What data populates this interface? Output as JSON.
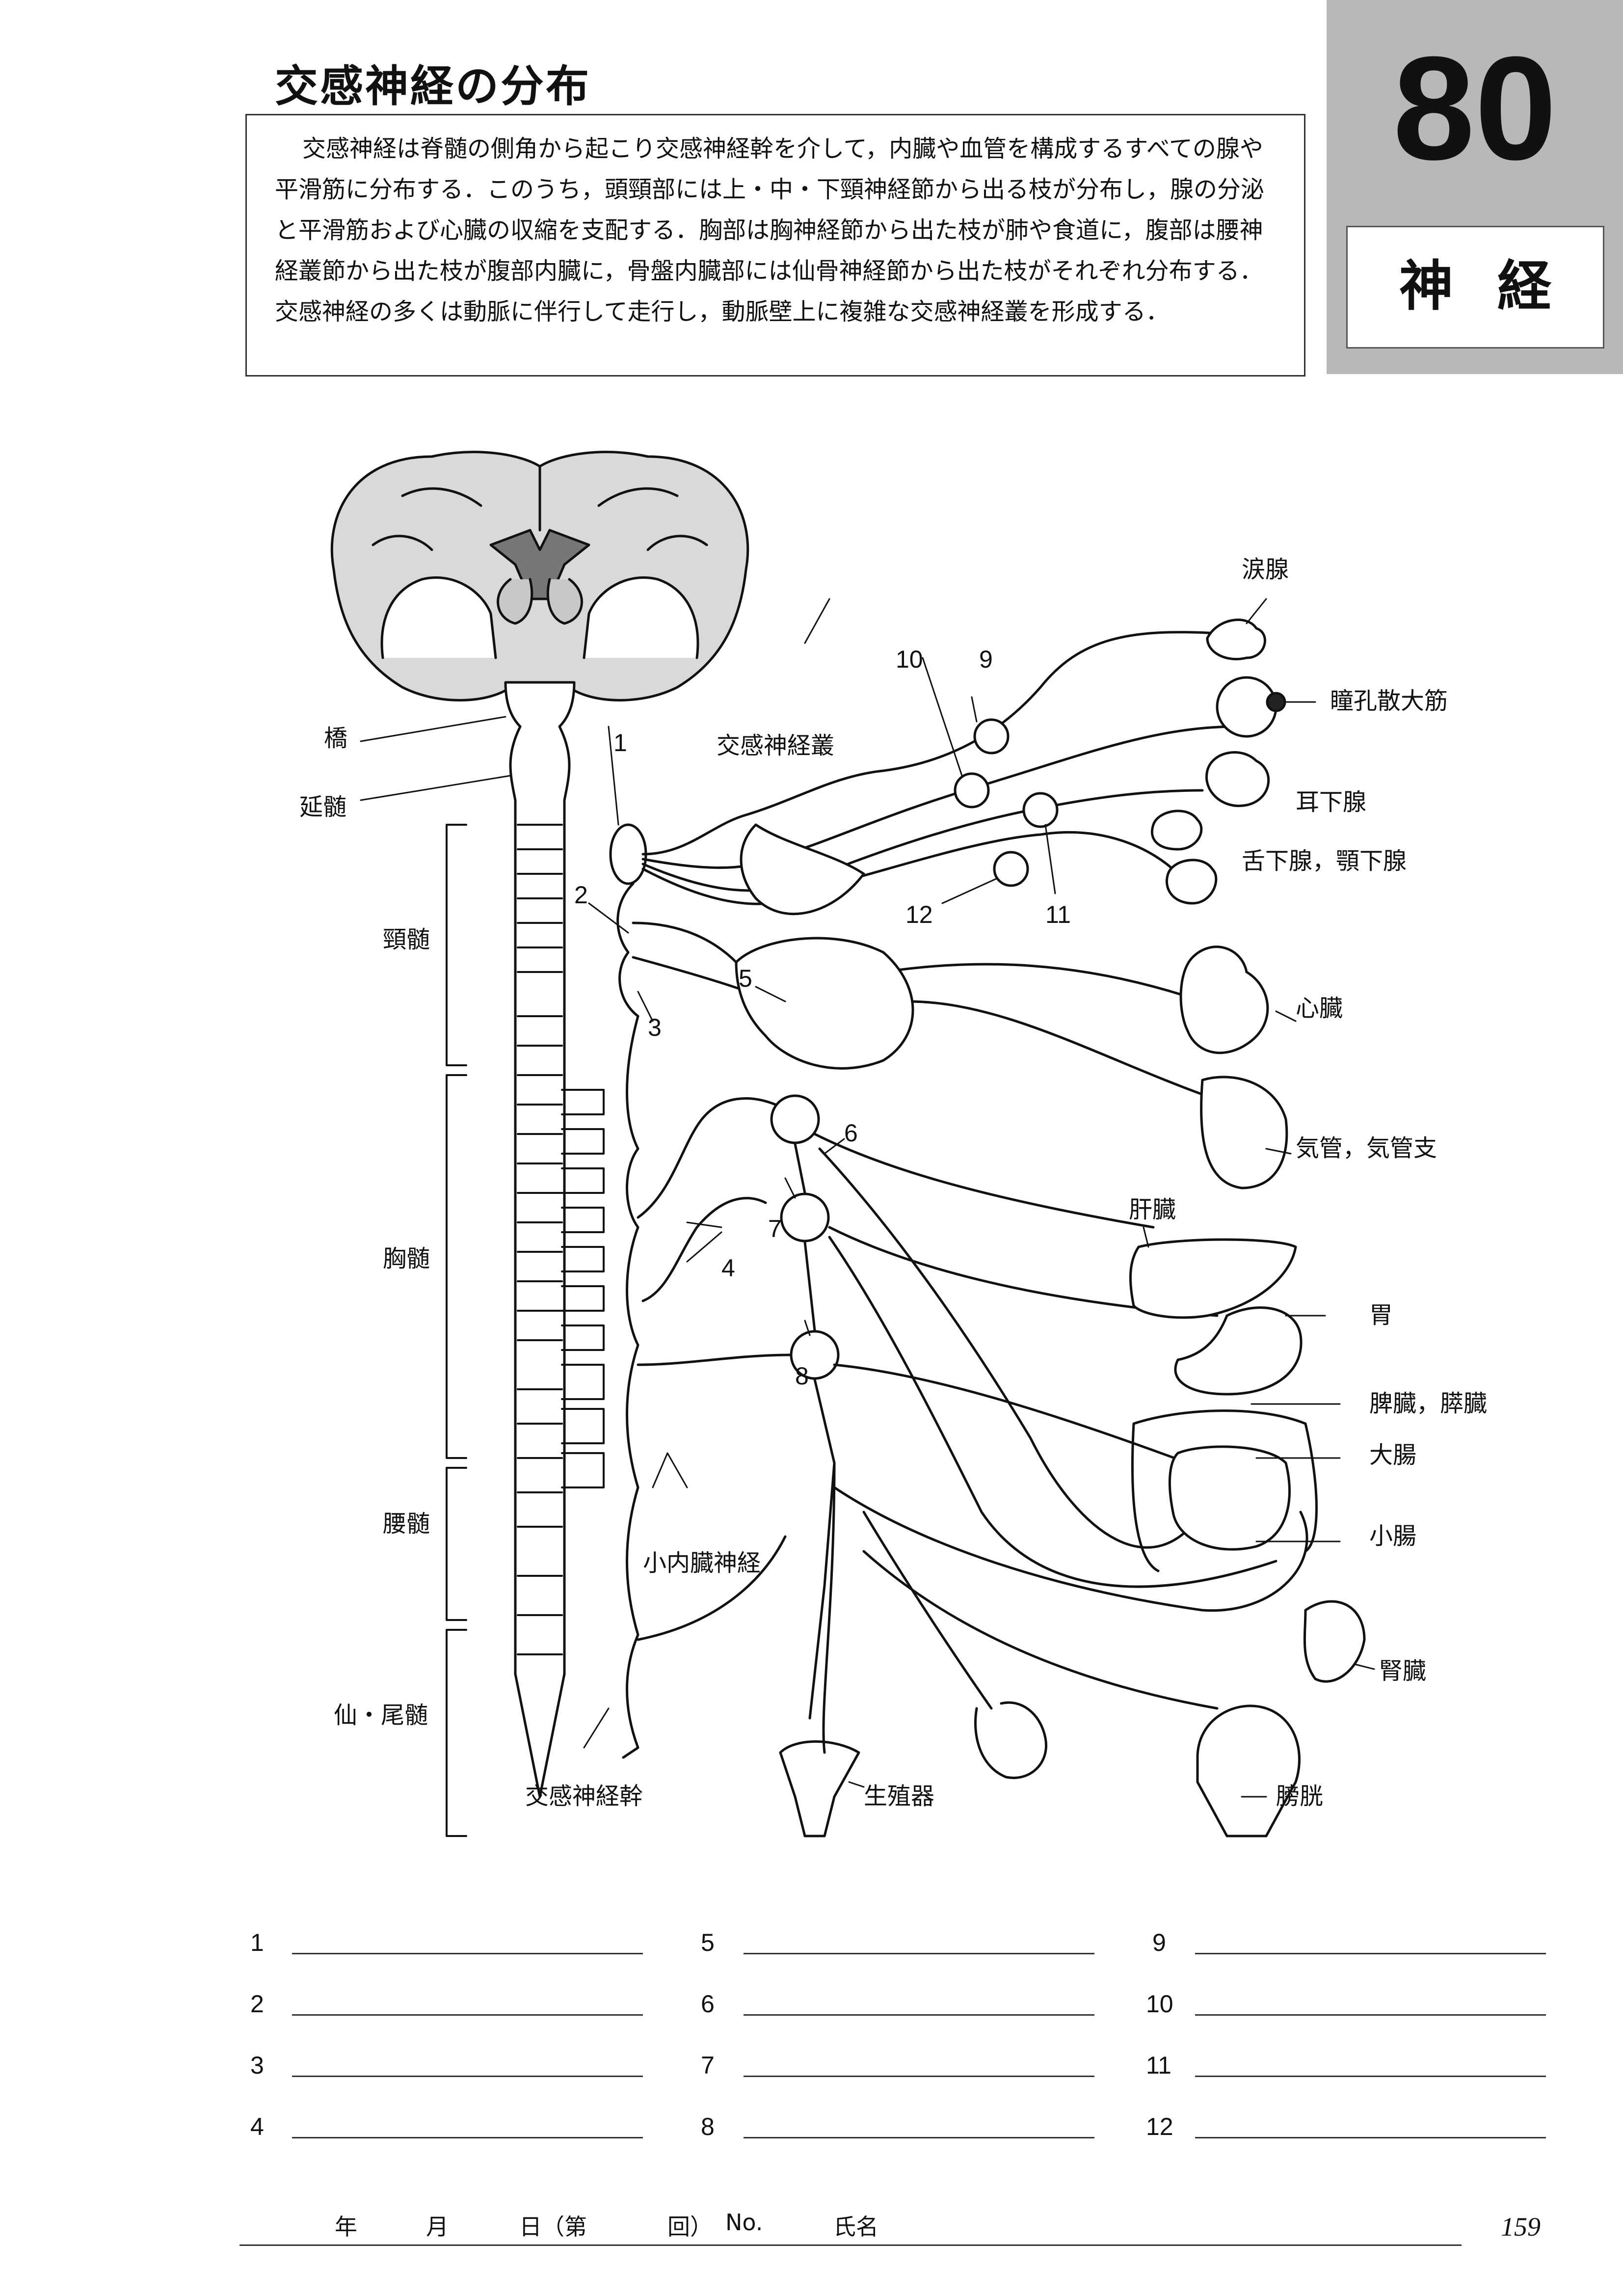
{
  "header": {
    "title": "交感神経の分布",
    "description": "交感神経は脊髄の側角から起こり交感神経幹を介して，内臓や血管を構成するすべての腺や平滑筋に分布する．このうち，頭頸部には上・中・下頸神経節から出る枝が分布し，腺の分泌と平滑筋および心臓の収縮を支配する．胸部は胸神経節から出た枝が肺や食道に，腹部は腰神経叢節から出た枝が腹部内臓に，骨盤内臓部には仙骨神経節から出た枝がそれぞれ分布する．交感神経の多くは動脈に伴行して走行し，動脈壁上に複雑な交感神経叢を形成する．"
  },
  "chapter": {
    "number": "80",
    "label": "神経"
  },
  "figure": {
    "labels": {
      "lacrimal": "涙腺",
      "pupil": "瞳孔散大筋",
      "parotid": "耳下腺",
      "sublingual": "舌下腺，顎下腺",
      "heart": "心臓",
      "trachea": "気管，気管支",
      "liver": "肝臓",
      "stomach": "胃",
      "spleen": "脾臓，膵臓",
      "colon": "大腸",
      "small_intestine": "小腸",
      "kidney": "腎臓",
      "bladder": "膀胱",
      "genital": "生殖器",
      "trunk": "交感神経幹",
      "plexus": "交感神経叢",
      "lesser_splanchnic": "小内臓神経",
      "pons": "橋",
      "medulla": "延髄",
      "cervical": "頸髄",
      "thoracic": "胸髄",
      "lumbar": "腰髄",
      "sacral": "仙・尾髄"
    },
    "numbers": {
      "n1": "1",
      "n2": "2",
      "n3": "3",
      "n4": "4",
      "n5": "5",
      "n6": "6",
      "n7": "7",
      "n8": "8",
      "n9": "9",
      "n10": "10",
      "n11": "11",
      "n12": "12"
    }
  },
  "answers": [
    "1",
    "2",
    "3",
    "4",
    "5",
    "6",
    "7",
    "8",
    "9",
    "10",
    "11",
    "12"
  ],
  "footer": {
    "year": "年",
    "month": "月",
    "day": "日（第",
    "times": "回）",
    "no": "No.",
    "name": "氏名",
    "page": "159"
  }
}
